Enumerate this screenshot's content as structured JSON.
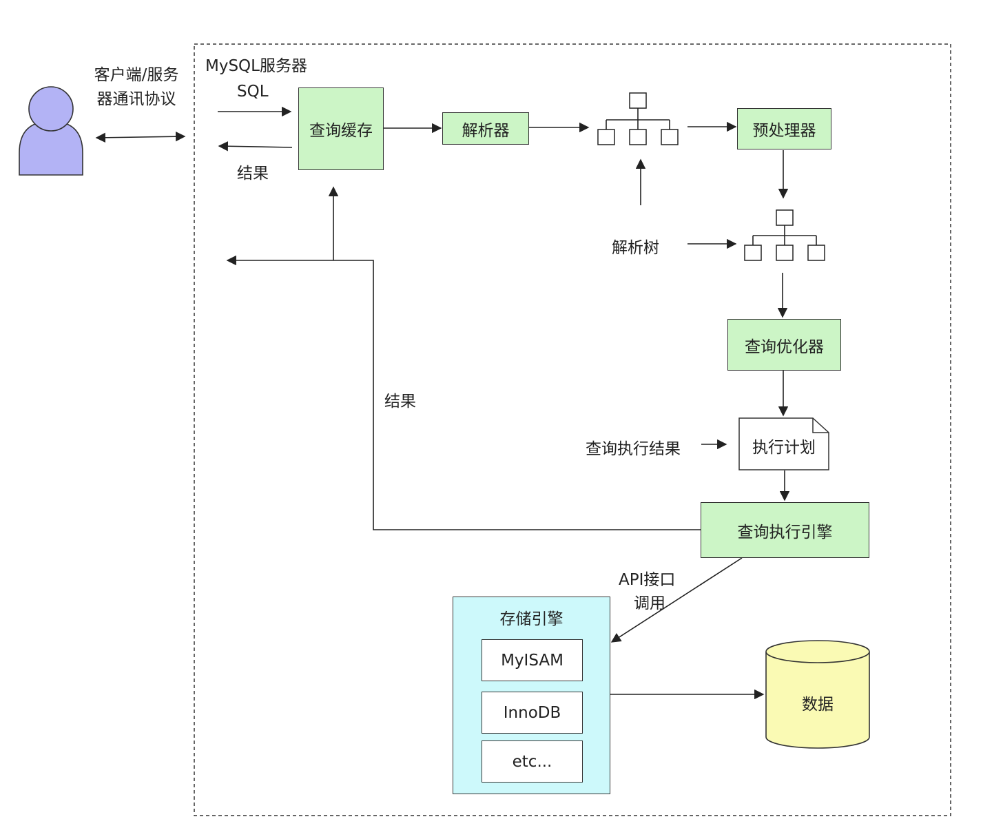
{
  "protocol_label": "客户端/服务器通讯协议",
  "server_label": "MySQL服务器",
  "sql_label": "SQL",
  "result_top_label": "结果",
  "query_cache": "查询缓存",
  "parser": "解析器",
  "preprocessor": "预处理器",
  "parse_tree_label": "解析树",
  "optimizer": "查询优化器",
  "exec_result_label": "查询执行结果",
  "exec_plan": "执行计划",
  "exec_engine": "查询执行引擎",
  "result_mid_label": "结果",
  "api_label_1": "API接口",
  "api_label_2": "调用",
  "storage_engine": {
    "title": "存储引擎",
    "engines": [
      "MyISAM",
      "InnoDB",
      "etc..."
    ]
  },
  "data_label": "数据",
  "colors": {
    "person": "#b3b3f5",
    "process": "#ccf5c6",
    "storage": "#cdf9fb",
    "data": "#fafab4"
  }
}
